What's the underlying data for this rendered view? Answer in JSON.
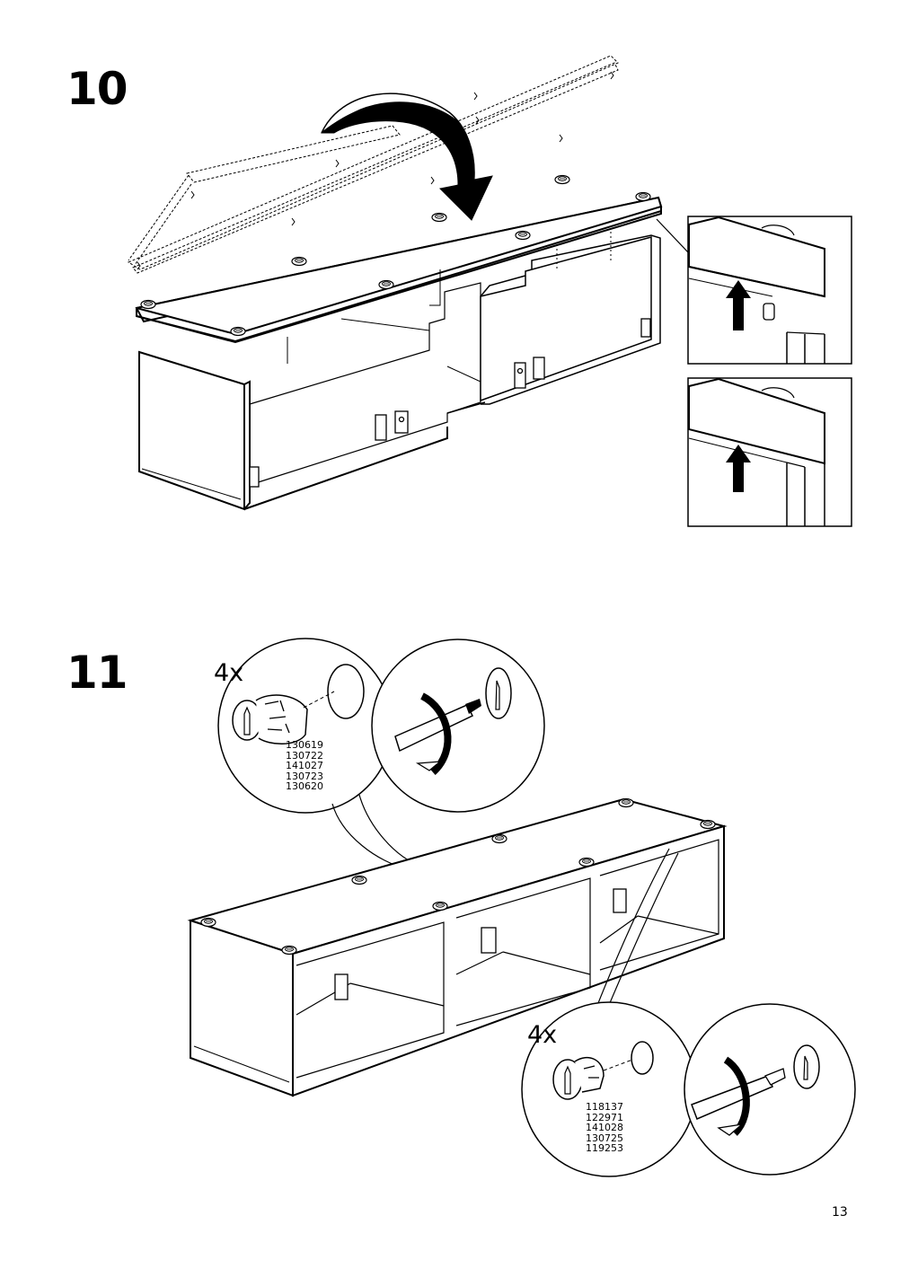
{
  "page_number": "13",
  "step10": {
    "number": "10"
  },
  "step11": {
    "number": "11",
    "callout_top": {
      "quantity": "4x",
      "part_codes": [
        "130619",
        "130722",
        "141027",
        "130723",
        "130620"
      ]
    },
    "callout_bottom": {
      "quantity": "4x",
      "part_codes": [
        "118137",
        "122971",
        "141028",
        "130725",
        "119253"
      ]
    }
  },
  "icons": [
    "rotate-arrow-icon",
    "up-arrow-icon",
    "screwdriver-icon",
    "cam-lock-icon"
  ]
}
